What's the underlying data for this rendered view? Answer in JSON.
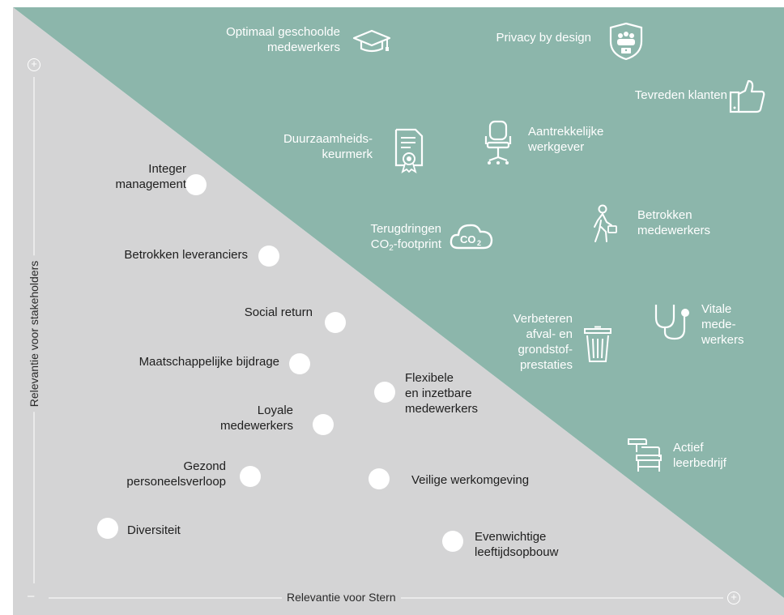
{
  "colors": {
    "green": "#8cb6ab",
    "grey": "#d4d4d5",
    "white": "#ffffff",
    "text_dark": "#1e1e1e"
  },
  "axes": {
    "y_title": "Relevantie voor stakeholders",
    "x_title": "Relevantie voor Stern",
    "minus": "–",
    "plus": "+"
  },
  "grey_items": [
    {
      "lines": [
        "Integer",
        "management"
      ]
    },
    {
      "lines": [
        "Betrokken leveranciers"
      ]
    },
    {
      "lines": [
        "Social return"
      ]
    },
    {
      "lines": [
        "Maatschappelijke bijdrage"
      ]
    },
    {
      "lines": [
        "Flexibele",
        "en inzetbare",
        "medewerkers"
      ]
    },
    {
      "lines": [
        "Loyale",
        "medewerkers"
      ]
    },
    {
      "lines": [
        "Gezond",
        "personeelsverloop"
      ]
    },
    {
      "lines": [
        "Veilige werkomgeving"
      ]
    },
    {
      "lines": [
        "Diversiteit"
      ]
    },
    {
      "lines": [
        "Evenwichtige",
        "leeftijdsopbouw"
      ]
    }
  ],
  "green_items": [
    {
      "lines": [
        "Optimaal geschoolde",
        "medewerkers"
      ],
      "icon": "graduation-cap-icon"
    },
    {
      "lines": [
        "Privacy by design"
      ],
      "icon": "shield-people-icon"
    },
    {
      "lines": [
        "Tevreden klanten"
      ],
      "icon": "thumbs-up-icon"
    },
    {
      "lines": [
        "Duurzaamheids-",
        "keurmerk"
      ],
      "icon": "certificate-icon"
    },
    {
      "lines": [
        "Aantrekkelijke",
        "werkgever"
      ],
      "icon": "office-chair-icon"
    },
    {
      "lines": [
        "Terugdringen",
        "CO",
        "2",
        "-footprint"
      ],
      "icon": "co2-cloud-icon"
    },
    {
      "lines": [
        "Betrokken",
        "medewerkers"
      ],
      "icon": "walking-person-icon"
    },
    {
      "lines": [
        "Verbeteren",
        "afval- en",
        "grondstof-",
        "prestaties"
      ],
      "icon": "trash-bin-icon"
    },
    {
      "lines": [
        "Vitale",
        "mede-",
        "werkers"
      ],
      "icon": "stethoscope-icon"
    },
    {
      "lines": [
        "Actief",
        "leerbedrijf"
      ],
      "icon": "school-desk-icon"
    }
  ],
  "co2_icon_text": "CO"
}
